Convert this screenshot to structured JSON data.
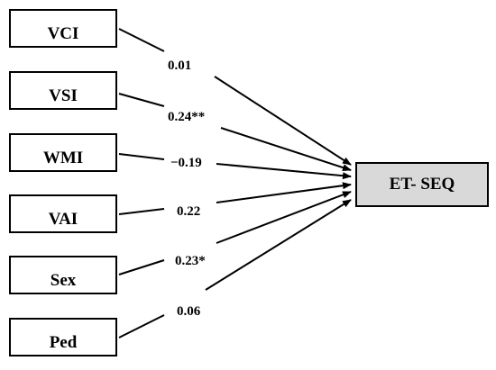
{
  "diagram": {
    "predictors": [
      {
        "id": "vci",
        "label": "VCI",
        "coefficient": "0.01"
      },
      {
        "id": "vsi",
        "label": "VSI",
        "coefficient": "0.24**"
      },
      {
        "id": "wmi",
        "label": "WMI",
        "coefficient": "−0.19"
      },
      {
        "id": "vai",
        "label": "VAI",
        "coefficient": "0.22"
      },
      {
        "id": "sex",
        "label": "Sex",
        "coefficient": "0.23*"
      },
      {
        "id": "ped",
        "label": "Ped",
        "coefficient": "0.06"
      }
    ],
    "outcome": {
      "label": "ET- SEQ"
    },
    "colors": {
      "outcome_fill": "#d9d9d9",
      "stroke": "#000000"
    }
  }
}
